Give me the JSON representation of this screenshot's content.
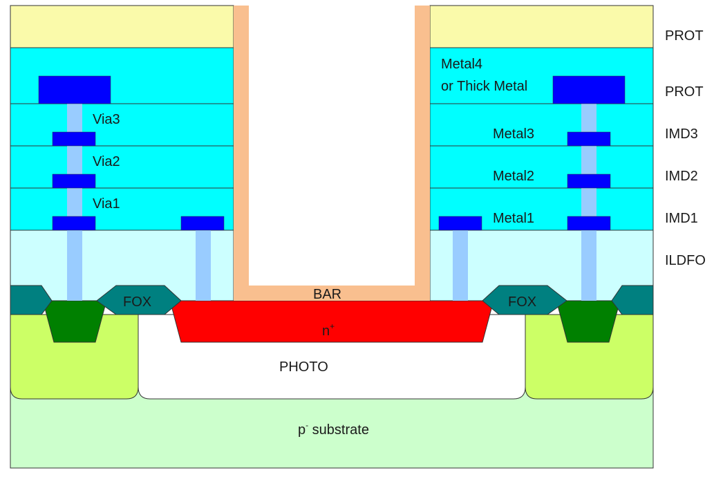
{
  "colors": {
    "prot_top": "#fafaaa",
    "imd": "#00ffff",
    "ildfo": "#ccffff",
    "metal": "#0000ff",
    "via": "#99ccff",
    "fox": "#008080",
    "nwell": "#ccff66",
    "nplus_contact": "#008000",
    "nplus": "#ff0000",
    "bar": "#f9bf8f",
    "substrate": "#ccffcc",
    "photo": "#ffffff",
    "outline": "#333333"
  },
  "labels": {
    "via3": "Via3",
    "via2": "Via2",
    "via1": "Via1",
    "metal4_line1": "Metal4",
    "metal4_line2": "or Thick Metal",
    "metal3": "Metal3",
    "metal2": "Metal2",
    "metal1": "Metal1",
    "fox_left": "FOX",
    "fox_right": "FOX",
    "bar": "BAR",
    "nplus_base": "n",
    "nplus_sup": "+",
    "photo": "PHOTO",
    "substrate_base": "p",
    "substrate_sup": "-",
    "substrate_rest": " substrate"
  },
  "layers": {
    "prot_top": "PROT",
    "prot": "PROT",
    "imd3": "IMD3",
    "imd2": "IMD2",
    "imd1": "IMD1",
    "ildfo": "ILDFO"
  }
}
